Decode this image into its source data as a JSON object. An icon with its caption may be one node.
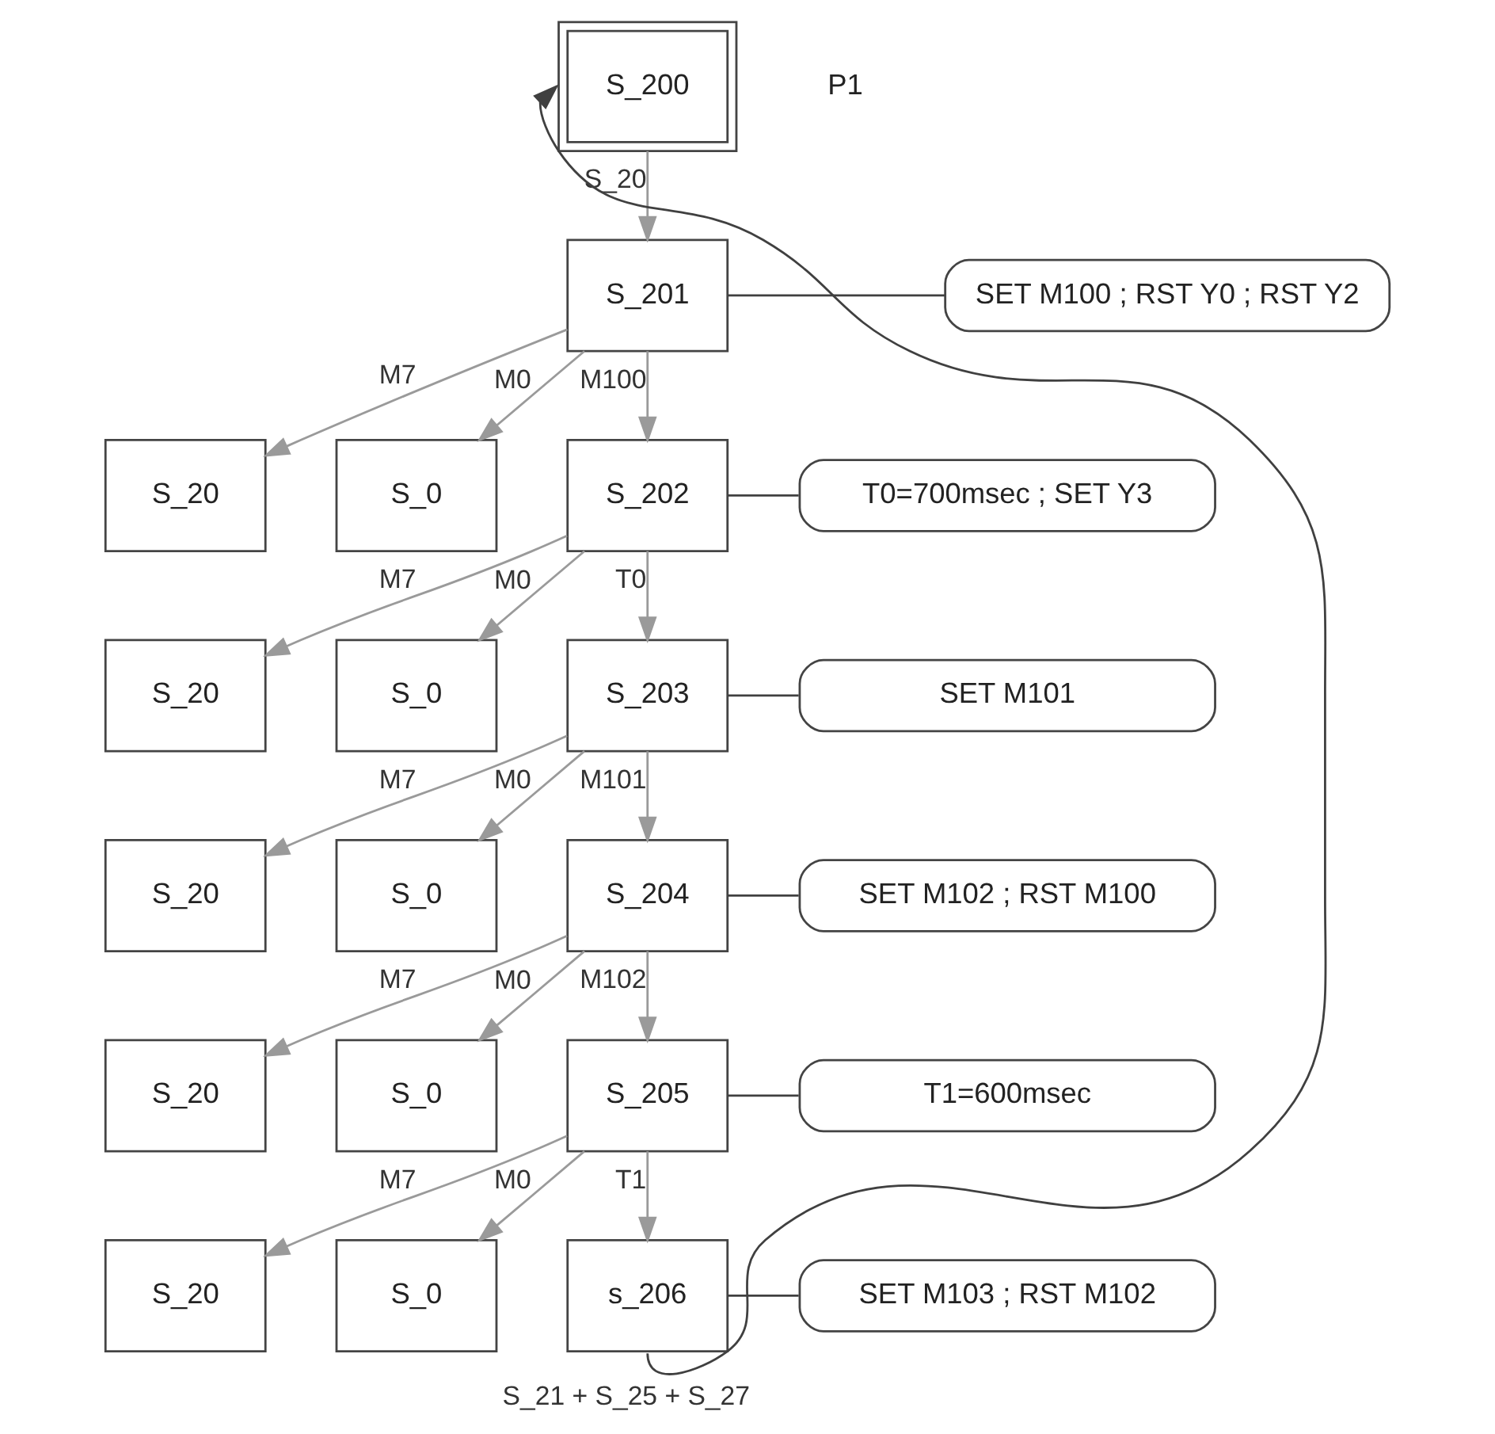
{
  "diagram": {
    "nodes": [
      {
        "text": [
          "S_200"
        ]
      },
      {
        "text": [
          "S_201"
        ]
      },
      {
        "text": [
          "SET M100 ; RST Y0 ; RST Y2"
        ]
      },
      {
        "text": [
          "S_20"
        ]
      },
      {
        "text": [
          "S_0"
        ]
      },
      {
        "text": [
          "S_202"
        ]
      },
      {
        "text": [
          "T0=700msec ; SET Y3"
        ]
      },
      {
        "text": [
          "S_20"
        ]
      },
      {
        "text": [
          "S_0"
        ]
      },
      {
        "text": [
          "S_203"
        ]
      },
      {
        "text": [
          "SET M101"
        ]
      },
      {
        "text": [
          "S_20"
        ]
      },
      {
        "text": [
          "S_0"
        ]
      },
      {
        "text": [
          "S_204"
        ]
      },
      {
        "text": [
          "SET M102 ; RST M100"
        ]
      },
      {
        "text": [
          "S_20"
        ]
      },
      {
        "text": [
          "S_0"
        ]
      },
      {
        "text": [
          "S_205"
        ]
      },
      {
        "text": [
          "T1=600msec"
        ]
      },
      {
        "text": [
          "S_20"
        ]
      },
      {
        "text": [
          "S_0"
        ]
      },
      {
        "text": [
          "s_206"
        ]
      },
      {
        "text": [
          "SET M103 ; RST M102"
        ]
      }
    ],
    "edges": [
      {
        "from": 0,
        "to": 1,
        "arrow": "to",
        "label": "S_20"
      },
      {
        "from": 1,
        "to": 2,
        "arrow": "none",
        "color": "#404040"
      },
      {
        "from": 1,
        "to": 3,
        "arrow": "to",
        "label": "M7"
      },
      {
        "from": 1,
        "to": 4,
        "arrow": "to",
        "label": "M0"
      },
      {
        "from": 1,
        "to": 5,
        "arrow": "to",
        "label": "M100"
      },
      {
        "from": 5,
        "to": 6,
        "arrow": "none",
        "color": "#404040"
      },
      {
        "from": 5,
        "to": 7,
        "arrow": "to",
        "label": "M7"
      },
      {
        "from": 5,
        "to": 8,
        "arrow": "to",
        "label": "M0"
      },
      {
        "from": 5,
        "to": 9,
        "arrow": "to",
        "label": "T0"
      },
      {
        "from": 9,
        "to": 10,
        "arrow": "none",
        "color": "#404040"
      },
      {
        "from": 9,
        "to": 11,
        "arrow": "to",
        "label": "M7"
      },
      {
        "from": 9,
        "to": 12,
        "arrow": "to",
        "label": "M0"
      },
      {
        "from": 9,
        "to": 13,
        "arrow": "to",
        "label": "M101"
      },
      {
        "from": 13,
        "to": 14,
        "arrow": "none",
        "color": "#404040"
      },
      {
        "from": 13,
        "to": 15,
        "arrow": "to",
        "label": "M7"
      },
      {
        "from": 13,
        "to": 16,
        "arrow": "to",
        "label": "M0"
      },
      {
        "from": 13,
        "to": 17,
        "arrow": "to",
        "label": "M102"
      },
      {
        "from": 17,
        "to": 18,
        "arrow": "none",
        "color": "#404040"
      },
      {
        "from": 17,
        "to": 19,
        "arrow": "to",
        "label": "M7"
      },
      {
        "from": 17,
        "to": 20,
        "arrow": "to",
        "label": "M0"
      },
      {
        "from": 17,
        "to": 21,
        "arrow": "to",
        "label": "T1"
      },
      {
        "from": 21,
        "to": 22,
        "arrow": "none",
        "color": "#404040"
      },
      {
        "from": 21,
        "to": 0,
        "arrow": "to",
        "label": "S_21 + S_25 + S_27",
        "color": "#404040"
      }
    ],
    "labels": [
      "P1"
    ]
  }
}
